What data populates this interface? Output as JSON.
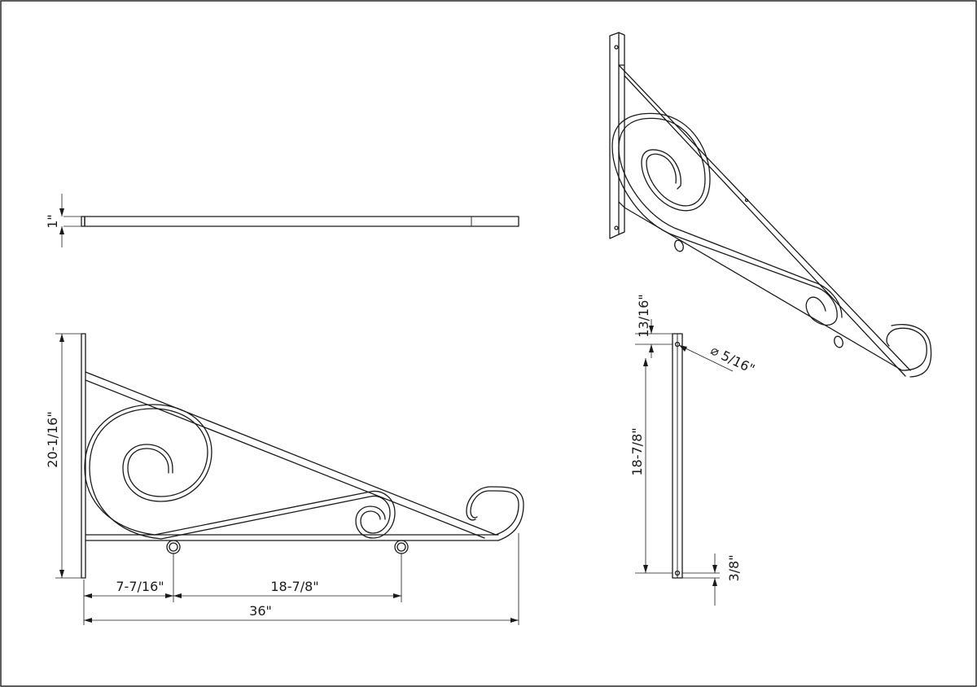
{
  "dimensions": {
    "bar_thickness": "1\"",
    "bracket_height": "20-1/16\"",
    "first_ring_offset": "7-7/16\"",
    "ring_spacing": "18-7/8\"",
    "total_length": "36\"",
    "top_hole_offset": "13/16\"",
    "hole_diameter": "5/16\"",
    "hole_spacing": "18-7/8\"",
    "bottom_hole_offset": "3/8\""
  },
  "symbols": {
    "diameter": "⌀"
  }
}
